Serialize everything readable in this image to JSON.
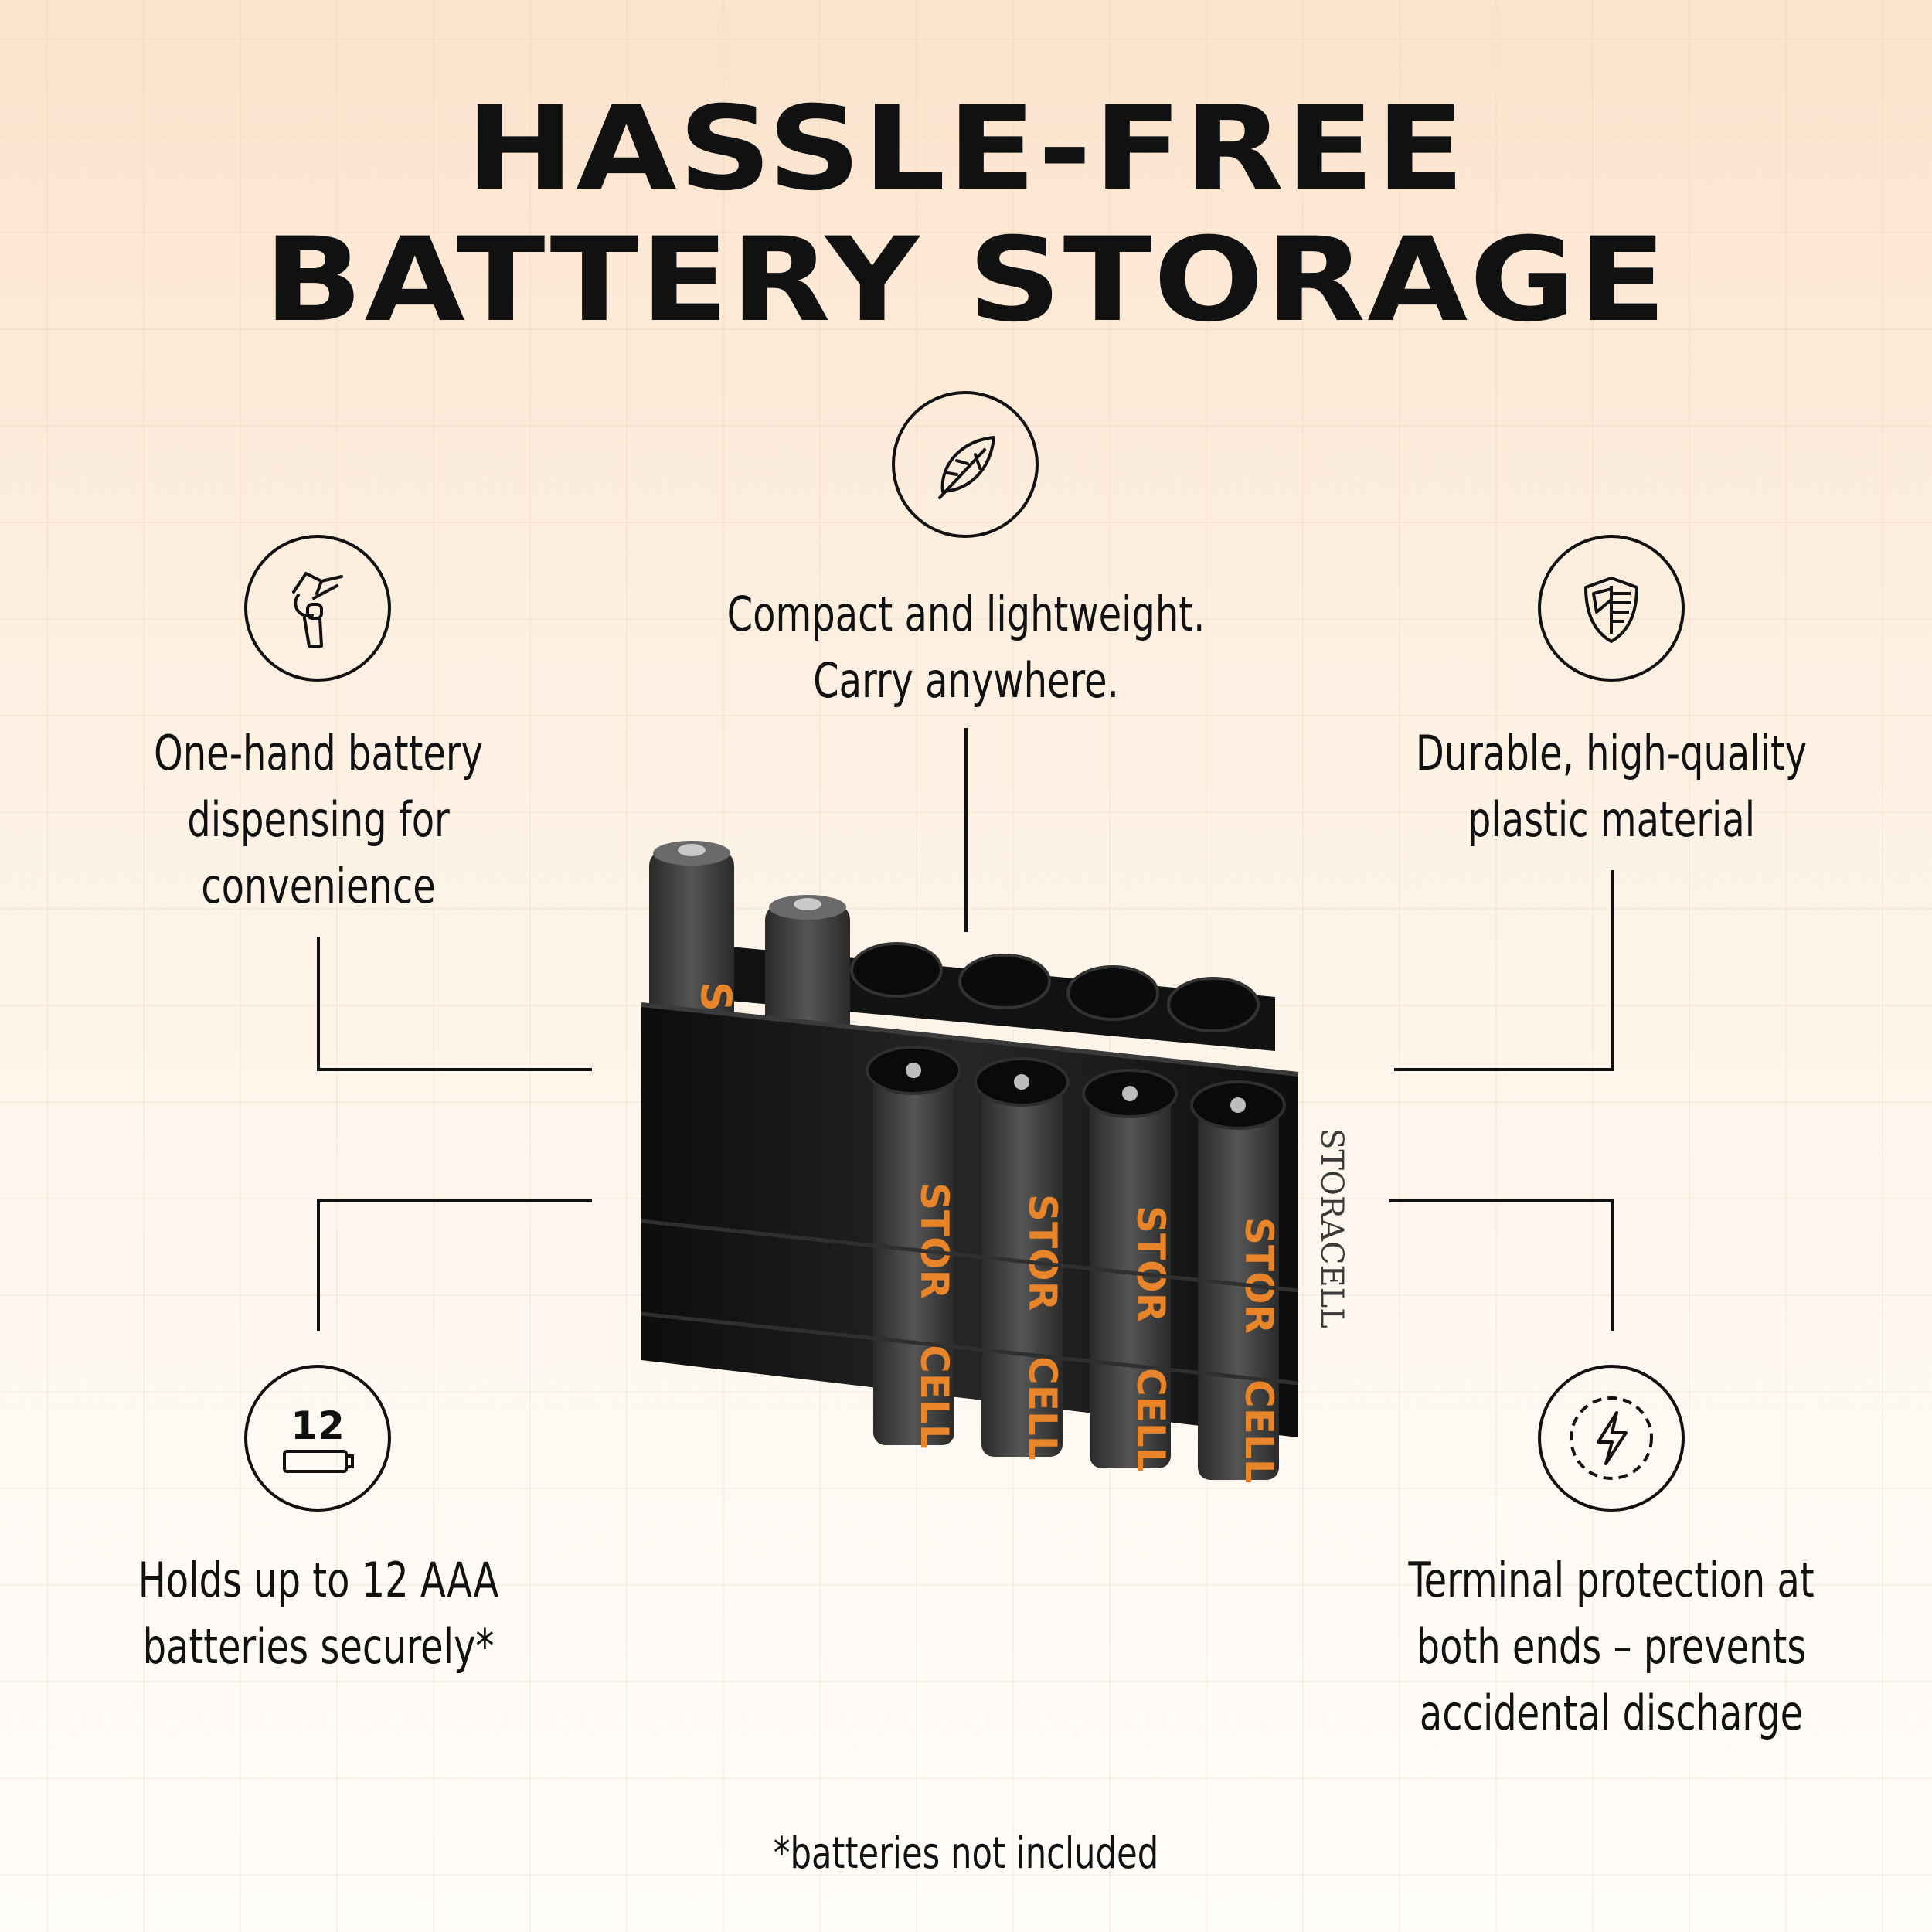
{
  "title": {
    "line1": "HASSLE-FREE",
    "line2": "BATTERY STORAGE"
  },
  "features": {
    "compact": {
      "icon": "feather-icon",
      "lines": [
        "Compact and lightweight.",
        "Carry anywhere."
      ]
    },
    "one_hand": {
      "icon": "hand-pinch-icon",
      "lines": [
        "One-hand battery",
        "dispensing for",
        "convenience"
      ]
    },
    "durable": {
      "icon": "shield-icon",
      "lines": [
        "Durable, high-quality",
        "plastic material"
      ]
    },
    "capacity": {
      "icon": "battery-12-icon",
      "icon_text": "12",
      "lines": [
        "Holds up to 12 AAA",
        "batteries securely*"
      ]
    },
    "terminal": {
      "icon": "lightning-icon",
      "lines": [
        "Terminal protection at",
        "both ends – prevents",
        "accidental discharge"
      ]
    }
  },
  "product": {
    "brand_top": "STOR",
    "brand_bottom": "CELL",
    "case_label": "STORACELL"
  },
  "footnote": "*batteries not included",
  "colors": {
    "accent": "#e8842a",
    "case": "#1b1b1b",
    "text": "#111111"
  }
}
